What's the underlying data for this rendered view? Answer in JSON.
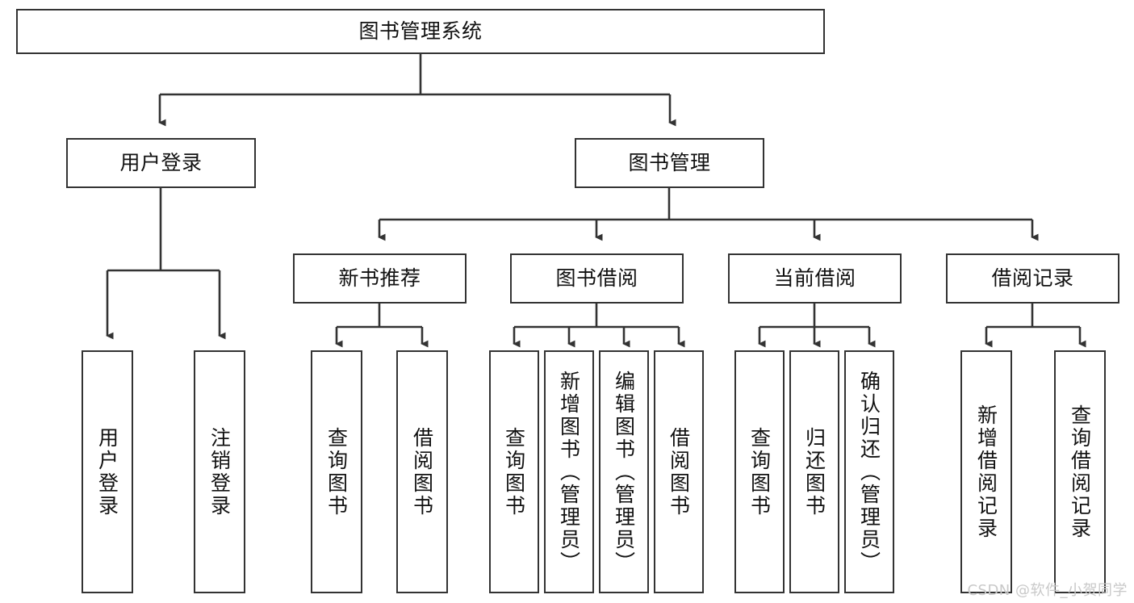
{
  "diagram": {
    "title_node": {
      "id": "root",
      "label": "图书管理系统"
    },
    "level2": [
      {
        "id": "user-login",
        "label": "用户登录"
      },
      {
        "id": "book-manage",
        "label": "图书管理"
      }
    ],
    "level3": [
      {
        "id": "new-book-rec",
        "label": "新书推荐"
      },
      {
        "id": "book-borrow",
        "label": "图书借阅"
      },
      {
        "id": "current-borrow",
        "label": "当前借阅"
      },
      {
        "id": "borrow-record",
        "label": "借阅记录"
      }
    ],
    "leaves": {
      "user_login": [
        {
          "id": "leaf-user-login",
          "label": "用户登录"
        },
        {
          "id": "leaf-logout",
          "label": "注销登录"
        }
      ],
      "new_book_rec": [
        {
          "id": "leaf-query-book-1",
          "label": "查询图书"
        },
        {
          "id": "leaf-borrow-book-1",
          "label": "借阅图书"
        }
      ],
      "book_borrow": [
        {
          "id": "leaf-query-book-2",
          "label": "查询图书"
        },
        {
          "id": "leaf-add-book",
          "label": "新增图书（管理员）"
        },
        {
          "id": "leaf-edit-book",
          "label": "编辑图书（管理员）"
        },
        {
          "id": "leaf-borrow-book-2",
          "label": "借阅图书"
        }
      ],
      "current_borrow": [
        {
          "id": "leaf-query-book-3",
          "label": "查询图书"
        },
        {
          "id": "leaf-return-book",
          "label": "归还图书"
        },
        {
          "id": "leaf-confirm-return",
          "label": "确认归还（管理员）"
        }
      ],
      "borrow_record": [
        {
          "id": "leaf-add-record",
          "label": "新增借阅记录"
        },
        {
          "id": "leaf-query-record",
          "label": "查询借阅记录"
        }
      ]
    }
  },
  "watermark": {
    "text": "CSDN @软件_小贺同学"
  },
  "colors": {
    "border": "#333333",
    "background": "#ffffff",
    "text": "#111111",
    "watermark": "#c9c9c9"
  }
}
